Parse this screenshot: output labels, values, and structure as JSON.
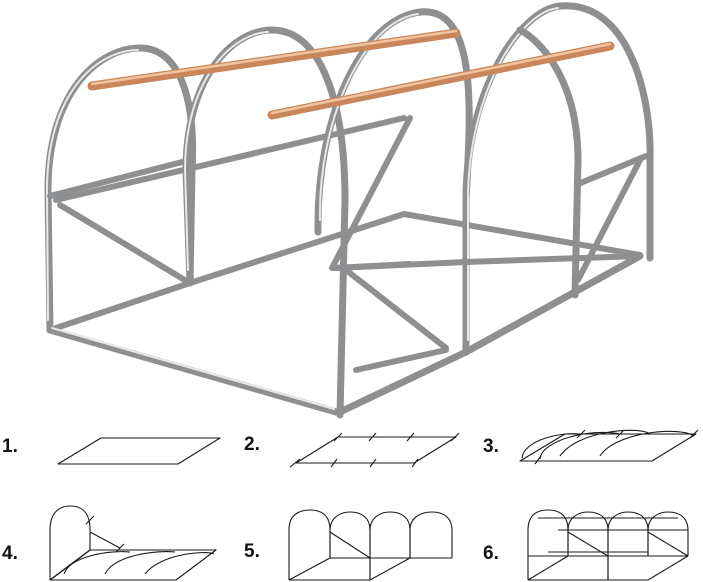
{
  "steps": [
    {
      "label": "1."
    },
    {
      "label": "2."
    },
    {
      "label": "3."
    },
    {
      "label": "4."
    },
    {
      "label": "5."
    },
    {
      "label": "6."
    }
  ],
  "colors": {
    "frame_pipe": "#8d8f91",
    "frame_highlight": "#e7e8e9",
    "ridge_bar": "#c8865a",
    "line_drawing": "#1a1a1a"
  }
}
